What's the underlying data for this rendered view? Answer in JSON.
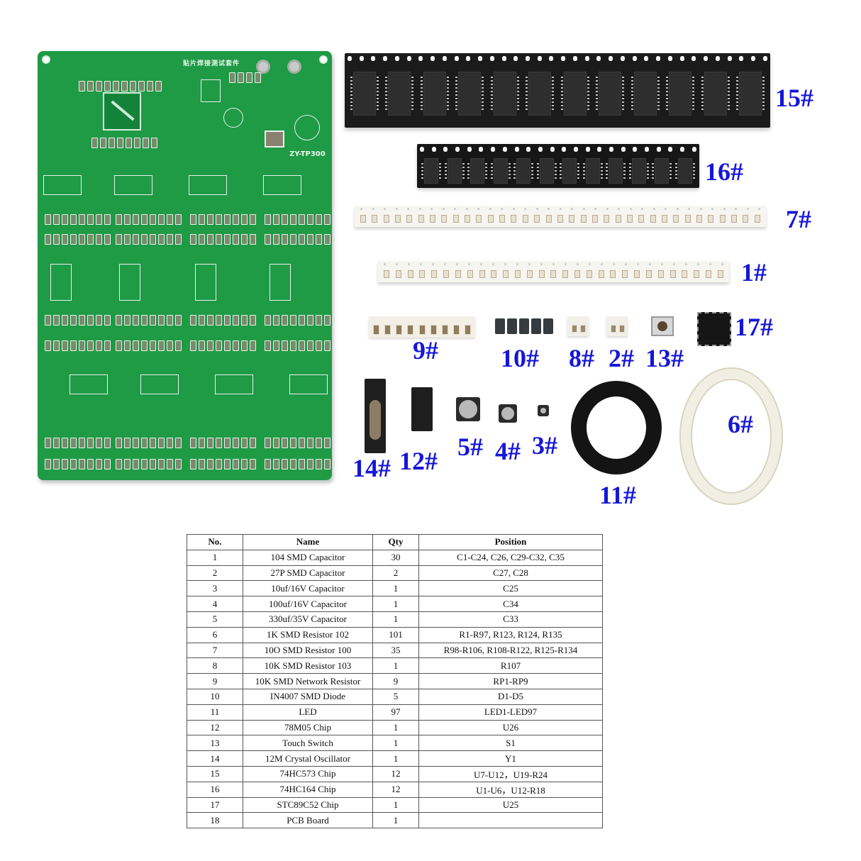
{
  "pcb": {
    "title_cn": "贴片焊接测试套件",
    "model": "ZY-TP300",
    "board_color": "#1f9a45"
  },
  "part_labels": {
    "color": "#1616d8",
    "items": [
      {
        "id": "15",
        "text": "15#"
      },
      {
        "id": "16",
        "text": "16#"
      },
      {
        "id": "7",
        "text": "7#"
      },
      {
        "id": "1",
        "text": "1#"
      },
      {
        "id": "9",
        "text": "9#"
      },
      {
        "id": "10",
        "text": "10#"
      },
      {
        "id": "8",
        "text": "8#"
      },
      {
        "id": "2",
        "text": "2#"
      },
      {
        "id": "13",
        "text": "13#"
      },
      {
        "id": "17",
        "text": "17#"
      },
      {
        "id": "14",
        "text": "14#"
      },
      {
        "id": "12",
        "text": "12#"
      },
      {
        "id": "5",
        "text": "5#"
      },
      {
        "id": "4",
        "text": "4#"
      },
      {
        "id": "3",
        "text": "3#"
      },
      {
        "id": "11",
        "text": "11#"
      },
      {
        "id": "6",
        "text": "6#"
      }
    ]
  },
  "bom": {
    "headers": [
      "No.",
      "Name",
      "Qty",
      "Position"
    ],
    "rows": [
      [
        "1",
        "104 SMD Capacitor",
        "30",
        "C1-C24, C26, C29-C32, C35"
      ],
      [
        "2",
        "27P SMD Capacitor",
        "2",
        "C27, C28"
      ],
      [
        "3",
        "10uf/16V Capacitor",
        "1",
        "C25"
      ],
      [
        "4",
        "100uf/16V Capacitor",
        "1",
        "C34"
      ],
      [
        "5",
        "330uf/35V Capacitor",
        "1",
        "C33"
      ],
      [
        "6",
        "1K SMD Resistor 102",
        "101",
        "R1-R97, R123, R124, R135"
      ],
      [
        "7",
        "10O SMD Resistor 100",
        "35",
        "R98-R106, R108-R122, R125-R134"
      ],
      [
        "8",
        "10K SMD Resistor 103",
        "1",
        "R107"
      ],
      [
        "9",
        "10K SMD Network Resistor",
        "9",
        "RP1-RP9"
      ],
      [
        "10",
        "IN4007 SMD Diode",
        "5",
        "D1-D5"
      ],
      [
        "11",
        "LED",
        "97",
        "LED1-LED97"
      ],
      [
        "12",
        "78M05 Chip",
        "1",
        "U26"
      ],
      [
        "13",
        "Touch Switch",
        "1",
        "S1"
      ],
      [
        "14",
        "12M Crystal Oscillator",
        "1",
        "Y1"
      ],
      [
        "15",
        "74HC573 Chip",
        "12",
        "U7-U12，U19-R24"
      ],
      [
        "16",
        "74HC164 Chip",
        "12",
        "U1-U6，U12-R18"
      ],
      [
        "17",
        "STC89C52 Chip",
        "1",
        "U25"
      ],
      [
        "18",
        "PCB Board",
        "1",
        ""
      ]
    ]
  }
}
